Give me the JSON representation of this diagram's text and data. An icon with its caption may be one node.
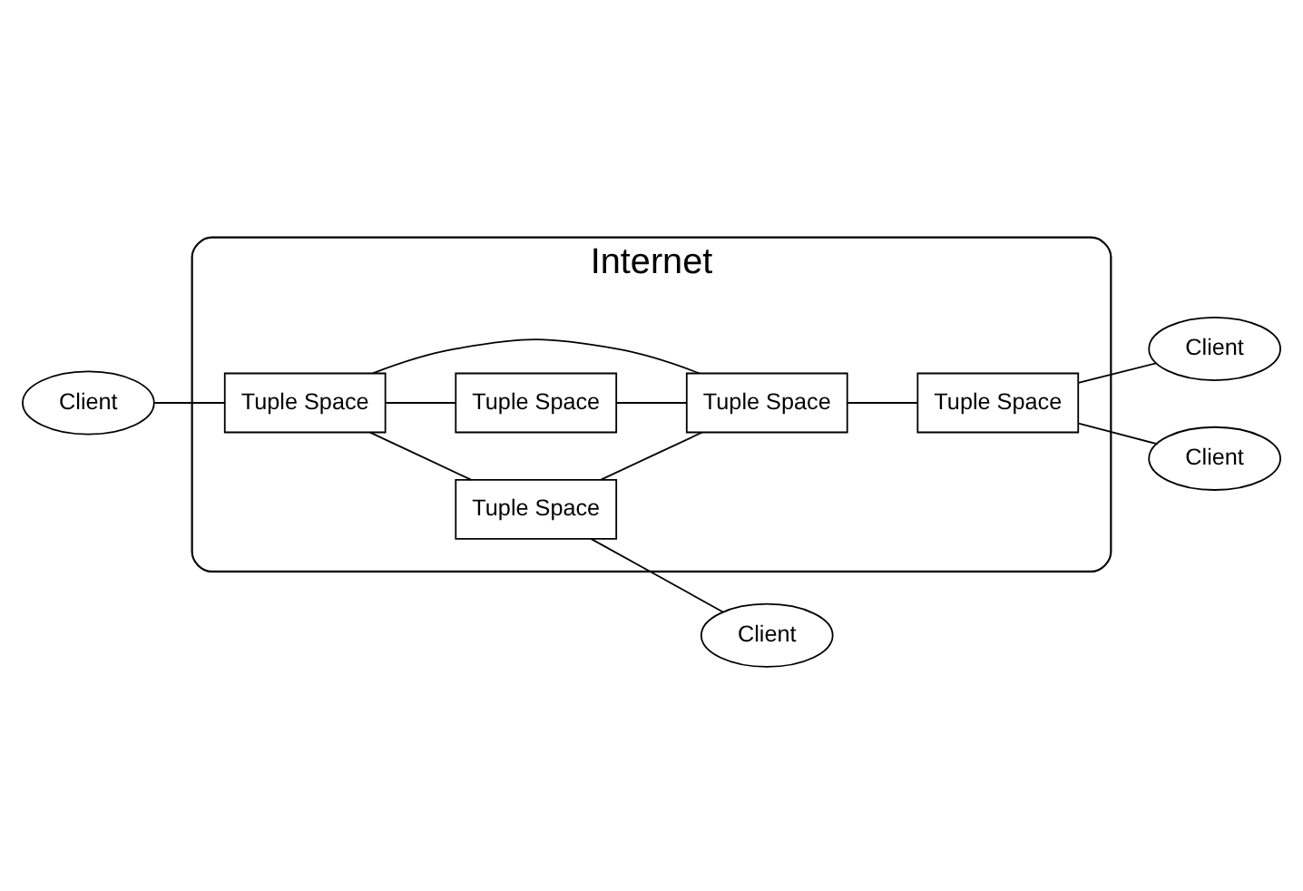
{
  "diagram": {
    "nodes": [
      {
        "text": [
          "Internet"
        ]
      },
      {
        "text": [
          "Client"
        ]
      },
      {
        "text": [
          "Tuple Space"
        ],
        "in": 0
      },
      {
        "text": [
          "Tuple Space"
        ],
        "in": 0
      },
      {
        "text": [
          "Client"
        ]
      },
      {
        "text": [
          "Tuple Space"
        ],
        "in": 0
      },
      {
        "text": [
          "Tuple Space"
        ],
        "in": 0
      },
      {
        "text": [
          "Client"
        ]
      },
      {
        "text": [
          "Tuple Space"
        ],
        "in": 0
      },
      {
        "text": [
          "Client"
        ]
      }
    ],
    "edges": [
      {
        "from": 1,
        "to": 2,
        "arrow": "none"
      },
      {
        "from": 2,
        "to": 3,
        "arrow": "none"
      },
      {
        "from": 2,
        "to": 6,
        "arrow": "none"
      },
      {
        "from": 2,
        "to": 8,
        "arrow": "none"
      },
      {
        "from": 3,
        "to": 8,
        "arrow": "none"
      },
      {
        "from": 6,
        "to": 8,
        "arrow": "none"
      },
      {
        "from": 6,
        "to": 7,
        "arrow": "none"
      },
      {
        "from": 8,
        "to": 5,
        "arrow": "none"
      },
      {
        "from": 5,
        "to": 4,
        "arrow": "none"
      },
      {
        "from": 5,
        "to": 9,
        "arrow": "none"
      }
    ]
  }
}
